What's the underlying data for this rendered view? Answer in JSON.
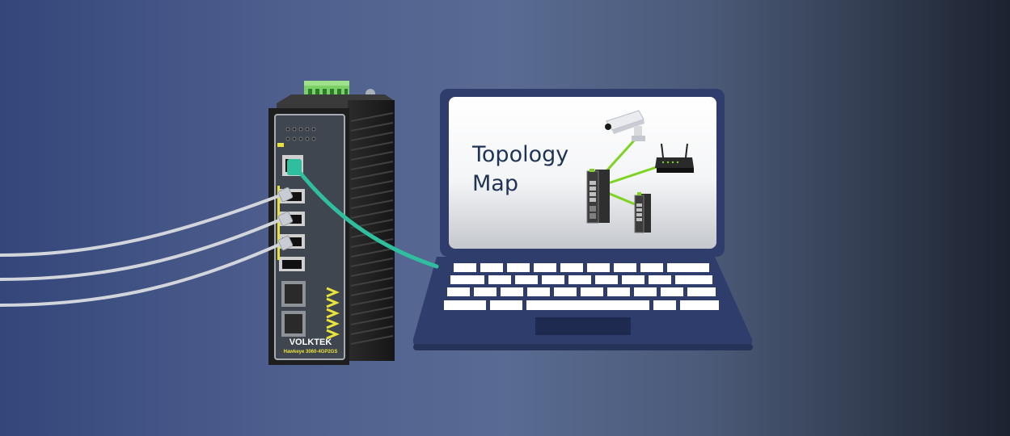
{
  "screen": {
    "title_line1": "Topology",
    "title_line2": "Map"
  },
  "switch": {
    "brand": "VOLKTEK",
    "model": "Hawkeye 3060-4GP2GS",
    "logo": "AVAVV"
  },
  "colors": {
    "background_left": "#34467a",
    "background_right": "#1c2230",
    "laptop_frame": "#2e3d6b",
    "link_teal": "#2fbf9f",
    "topology_link": "#7ed321",
    "logo_yellow": "#e9e23a"
  },
  "icons": [
    "industrial-switch",
    "laptop",
    "ip-camera-icon",
    "wireless-router-icon",
    "switch-icon"
  ]
}
